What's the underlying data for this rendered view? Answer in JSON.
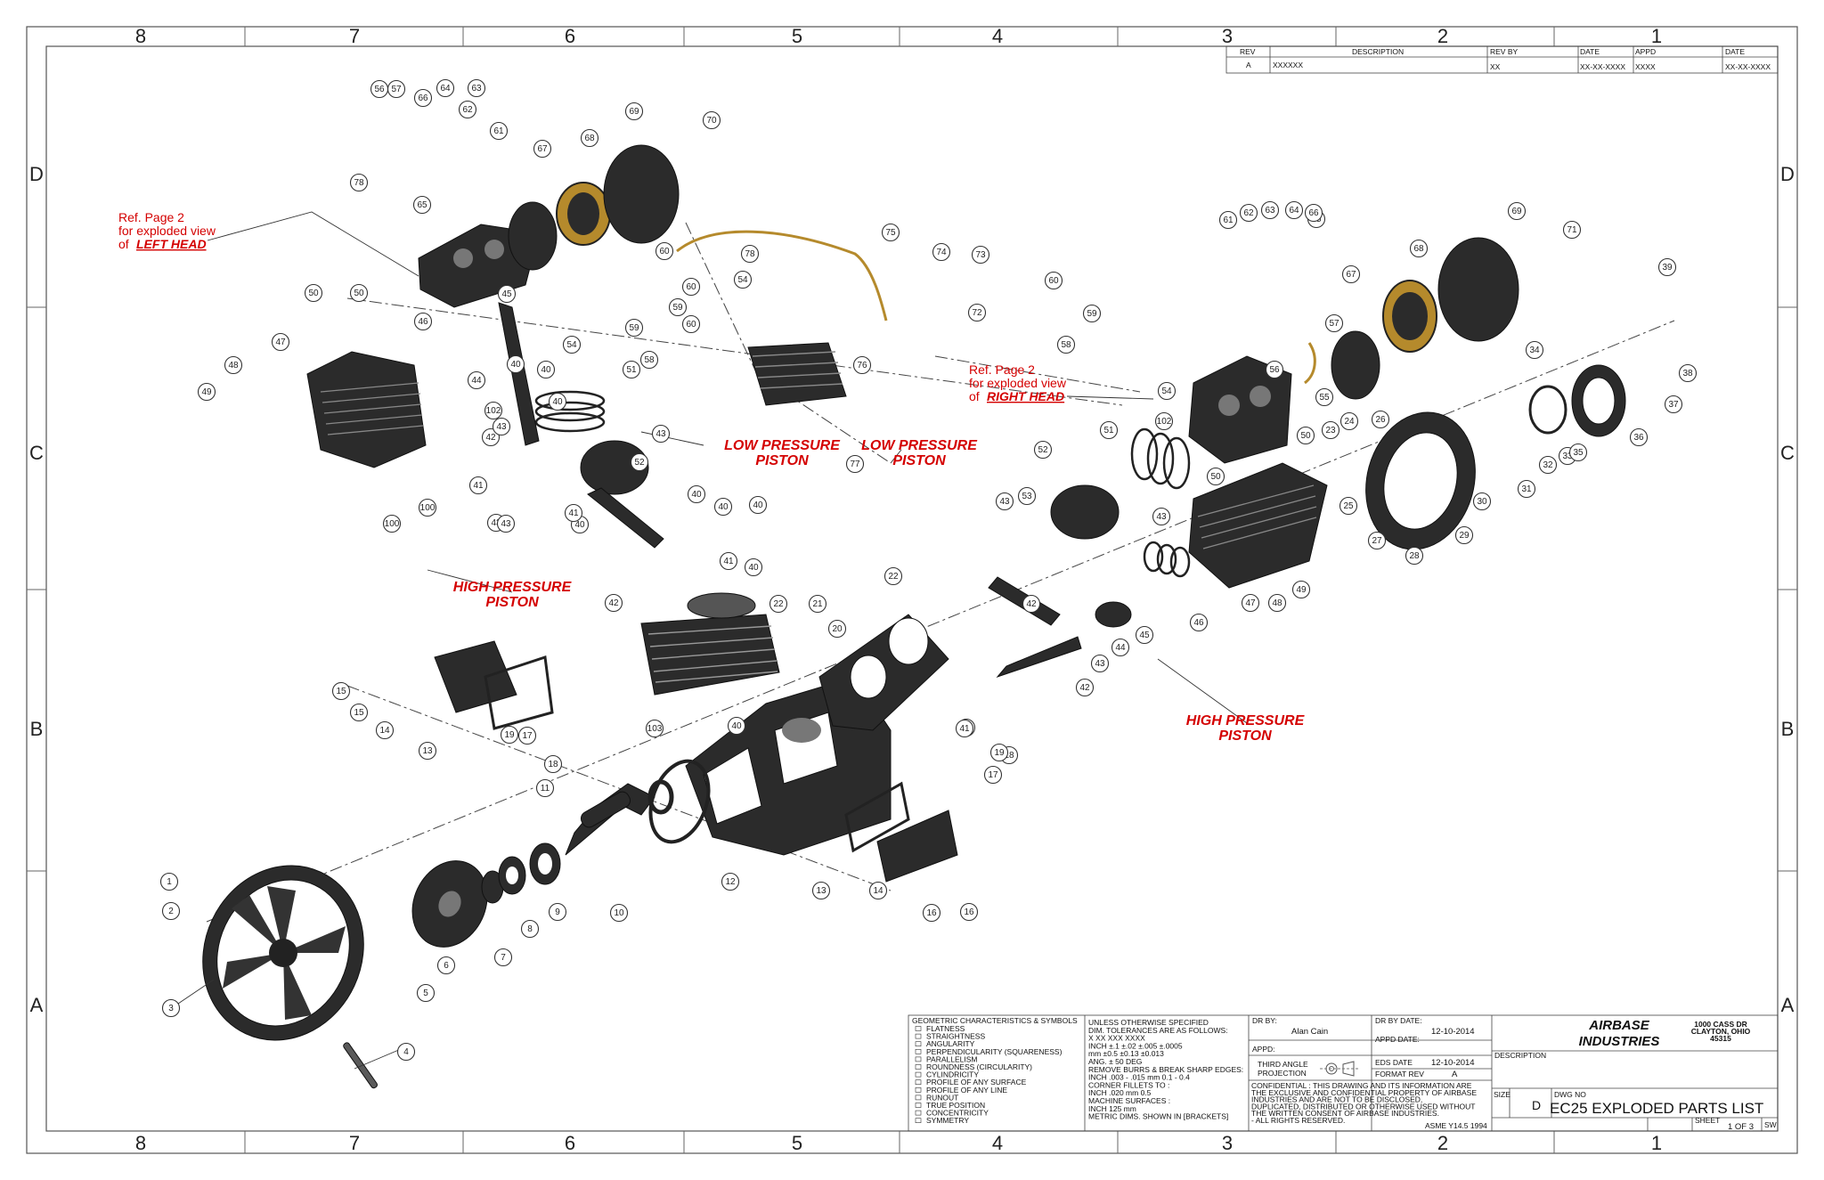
{
  "zones": {
    "columns": [
      "8",
      "7",
      "6",
      "5",
      "4",
      "3",
      "2",
      "1"
    ],
    "rows": [
      "D",
      "C",
      "B",
      "A"
    ]
  },
  "revision_block": {
    "headers": [
      "REV",
      "DESCRIPTION",
      "REV BY",
      "DATE",
      "APPD",
      "DATE"
    ],
    "row": [
      "A",
      "XXXXXX",
      "XX",
      "XX-XX-XXXX",
      "XXXX",
      "XX-XX-XXXX"
    ]
  },
  "annotations": {
    "ref_left": [
      "Ref. Page 2",
      "for exploded view",
      "of "
    ],
    "ref_left_emph": "LEFT HEAD",
    "ref_right": [
      "Ref. Page 2",
      "for exploded view",
      "of "
    ],
    "ref_right_emph": "RIGHT HEAD",
    "low_pressure_piston_1": [
      "LOW PRESSURE",
      "PISTON"
    ],
    "low_pressure_piston_2": [
      "LOW PRESSURE",
      "PISTON"
    ],
    "high_pressure_piston_1": [
      "HIGH PRESSURE",
      "PISTON"
    ],
    "high_pressure_piston_2": [
      "HIGH PRESSURE",
      "PISTON"
    ]
  },
  "callouts": [
    "1",
    "2",
    "3",
    "4",
    "5",
    "6",
    "7",
    "8",
    "9",
    "10",
    "11",
    "12",
    "13",
    "13",
    "14",
    "14",
    "15",
    "15",
    "16",
    "16",
    "17",
    "17",
    "18",
    "18",
    "19",
    "19",
    "20",
    "21",
    "22",
    "22",
    "23",
    "24",
    "25",
    "26",
    "27",
    "28",
    "29",
    "30",
    "31",
    "32",
    "33",
    "34",
    "35",
    "36",
    "37",
    "38",
    "39",
    "40",
    "40",
    "40",
    "40",
    "40",
    "40",
    "40",
    "40",
    "40",
    "40",
    "41",
    "41",
    "41",
    "41",
    "42",
    "42",
    "42",
    "42",
    "43",
    "43",
    "43",
    "43",
    "43",
    "43",
    "43",
    "44",
    "44",
    "45",
    "45",
    "46",
    "46",
    "47",
    "47",
    "48",
    "48",
    "49",
    "49",
    "50",
    "50",
    "50",
    "50",
    "51",
    "51",
    "52",
    "52",
    "53",
    "54",
    "54",
    "54",
    "55",
    "56",
    "56",
    "57",
    "57",
    "58",
    "58",
    "59",
    "59",
    "59",
    "60",
    "60",
    "60",
    "60",
    "61",
    "61",
    "62",
    "62",
    "63",
    "63",
    "64",
    "64",
    "65",
    "65",
    "66",
    "66",
    "67",
    "67",
    "68",
    "68",
    "69",
    "69",
    "70",
    "71",
    "72",
    "73",
    "74",
    "75",
    "76",
    "77",
    "78",
    "78",
    "100",
    "100",
    "102",
    "102",
    "103"
  ],
  "gdt": {
    "title": "GEOMETRIC CHARACTERISTICS & SYMBOLS",
    "items": [
      "FLATNESS",
      "STRAIGHTNESS",
      "ANGULARITY",
      "PERPENDICULARITY (SQUARENESS)",
      "PARALLELISM",
      "ROUNDNESS (CIRCULARITY)",
      "CYLINDRICITY",
      "PROFILE OF ANY SURFACE",
      "PROFILE OF ANY LINE",
      "RUNOUT",
      "TRUE POSITION",
      "CONCENTRICITY",
      "SYMMETRY"
    ]
  },
  "tolerances": {
    "lines": [
      "UNLESS OTHERWISE SPECIFIED",
      "DIM. TOLERANCES ARE AS FOLLOWS:",
      "X      XX      XXX       XXXX",
      "INCH   ±.1    ±.02    ±.005    ±.0005",
      "mm     ±0.5  ±0.13  ±0.013",
      "ANG. ± 50 DEG",
      "REMOVE BURRS & BREAK SHARP EDGES:",
      "INCH  .003 - .015     mm  0.1 - 0.4",
      "CORNER FILLETS TO :",
      "INCH  .020    mm  0.5",
      "MACHINE SURFACES :",
      "INCH  125    mm",
      "METRIC DIMS. SHOWN IN [BRACKETS]"
    ]
  },
  "drawn": {
    "dr_by_label": "DR BY:",
    "dr_by": "Alan Cain",
    "appd_label": "APPD:",
    "projection": [
      "THIRD ANGLE",
      "PROJECTION"
    ],
    "dr_by_date_label": "DR BY DATE:",
    "dr_by_date": "12-10-2014",
    "appd_date_label": "APPD DATE:",
    "eds_date_label": "EDS DATE",
    "eds_date": "12-10-2014",
    "format_rev_label": "FORMAT REV",
    "format_rev": "A",
    "confidential": [
      "CONFIDENTIAL : THIS DRAWING AND ITS INFORMATION ARE",
      "THE EXCLUSIVE AND CONFIDENTIAL PROPERTY OF AIRBASE",
      "INDUSTRIES AND ARE NOT TO BE DISCLOSED,",
      "DUPLICATED, DISTRIBUTED OR OTHERWISE USED WITHOUT",
      "THE WRITTEN CONSENT OF AIRBASE INDUSTRIES.",
      "- ALL RIGHTS RESERVED."
    ],
    "standard": "ASME Y14.5 1994"
  },
  "company": {
    "name": [
      "AIRBASE",
      "INDUSTRIES"
    ],
    "address": [
      "1000 CASS DR",
      "CLAYTON, OHIO",
      "45315"
    ]
  },
  "title_block": {
    "description_label": "DESCRIPTION",
    "size_label": "SIZE",
    "size": "D",
    "dwg_no_label": "DWG NO",
    "title": "EC25 EXPLODED PARTS LIST",
    "sheet_label": "SHEET",
    "sheet": "1 OF 3",
    "sw": "SW"
  },
  "colors": {
    "callout_red": "#d40000",
    "part_dark": "#2b2b2b",
    "brass": "#b58a2c"
  }
}
